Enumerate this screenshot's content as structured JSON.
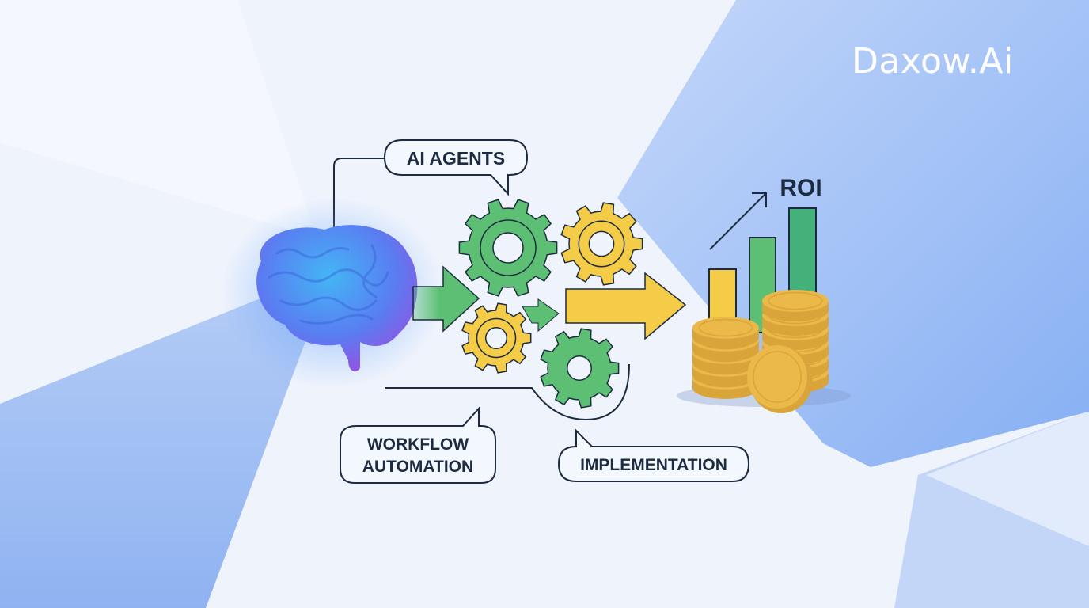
{
  "brand": {
    "logo_text": "Daxow.Ai"
  },
  "labels": {
    "ai_agents": "AI AGENTS",
    "workflow_line1": "WORKFLOW",
    "workflow_line2": "AUTOMATION",
    "implementation": "IMPLEMENTATION",
    "roi": "ROI"
  },
  "icons": [
    "brain-icon",
    "gear-icon",
    "arrow-right-icon",
    "bar-chart-icon",
    "trend-arrow-icon",
    "coin-stack-icon"
  ],
  "colors": {
    "background": "#eef3fc",
    "blue_panel": "#9dbdf6",
    "green": "#5cbf73",
    "yellow": "#f5cc48",
    "outline": "#1c2b3f",
    "brain": "#5b7cf0",
    "coin": "#eab94a"
  }
}
